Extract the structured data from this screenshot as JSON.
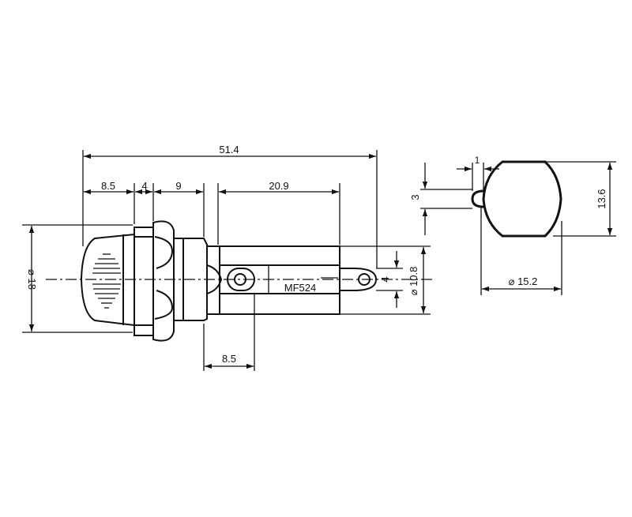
{
  "drawing": {
    "part_label": "MF524",
    "side_view_dims": {
      "overall_length": "51.4",
      "flange_offset": "8.5",
      "flange_thickness": "4",
      "nut_width": "9",
      "terminal_span": "20.9",
      "terminal_start": "8.5",
      "cap_diameter": "⌀ 18",
      "tab_width": "4",
      "body_diameter": "⌀ 10.8"
    },
    "end_view_dims": {
      "key_width": "1",
      "key_height": "3",
      "height": "13.6",
      "width": "⌀ 15.2"
    }
  }
}
